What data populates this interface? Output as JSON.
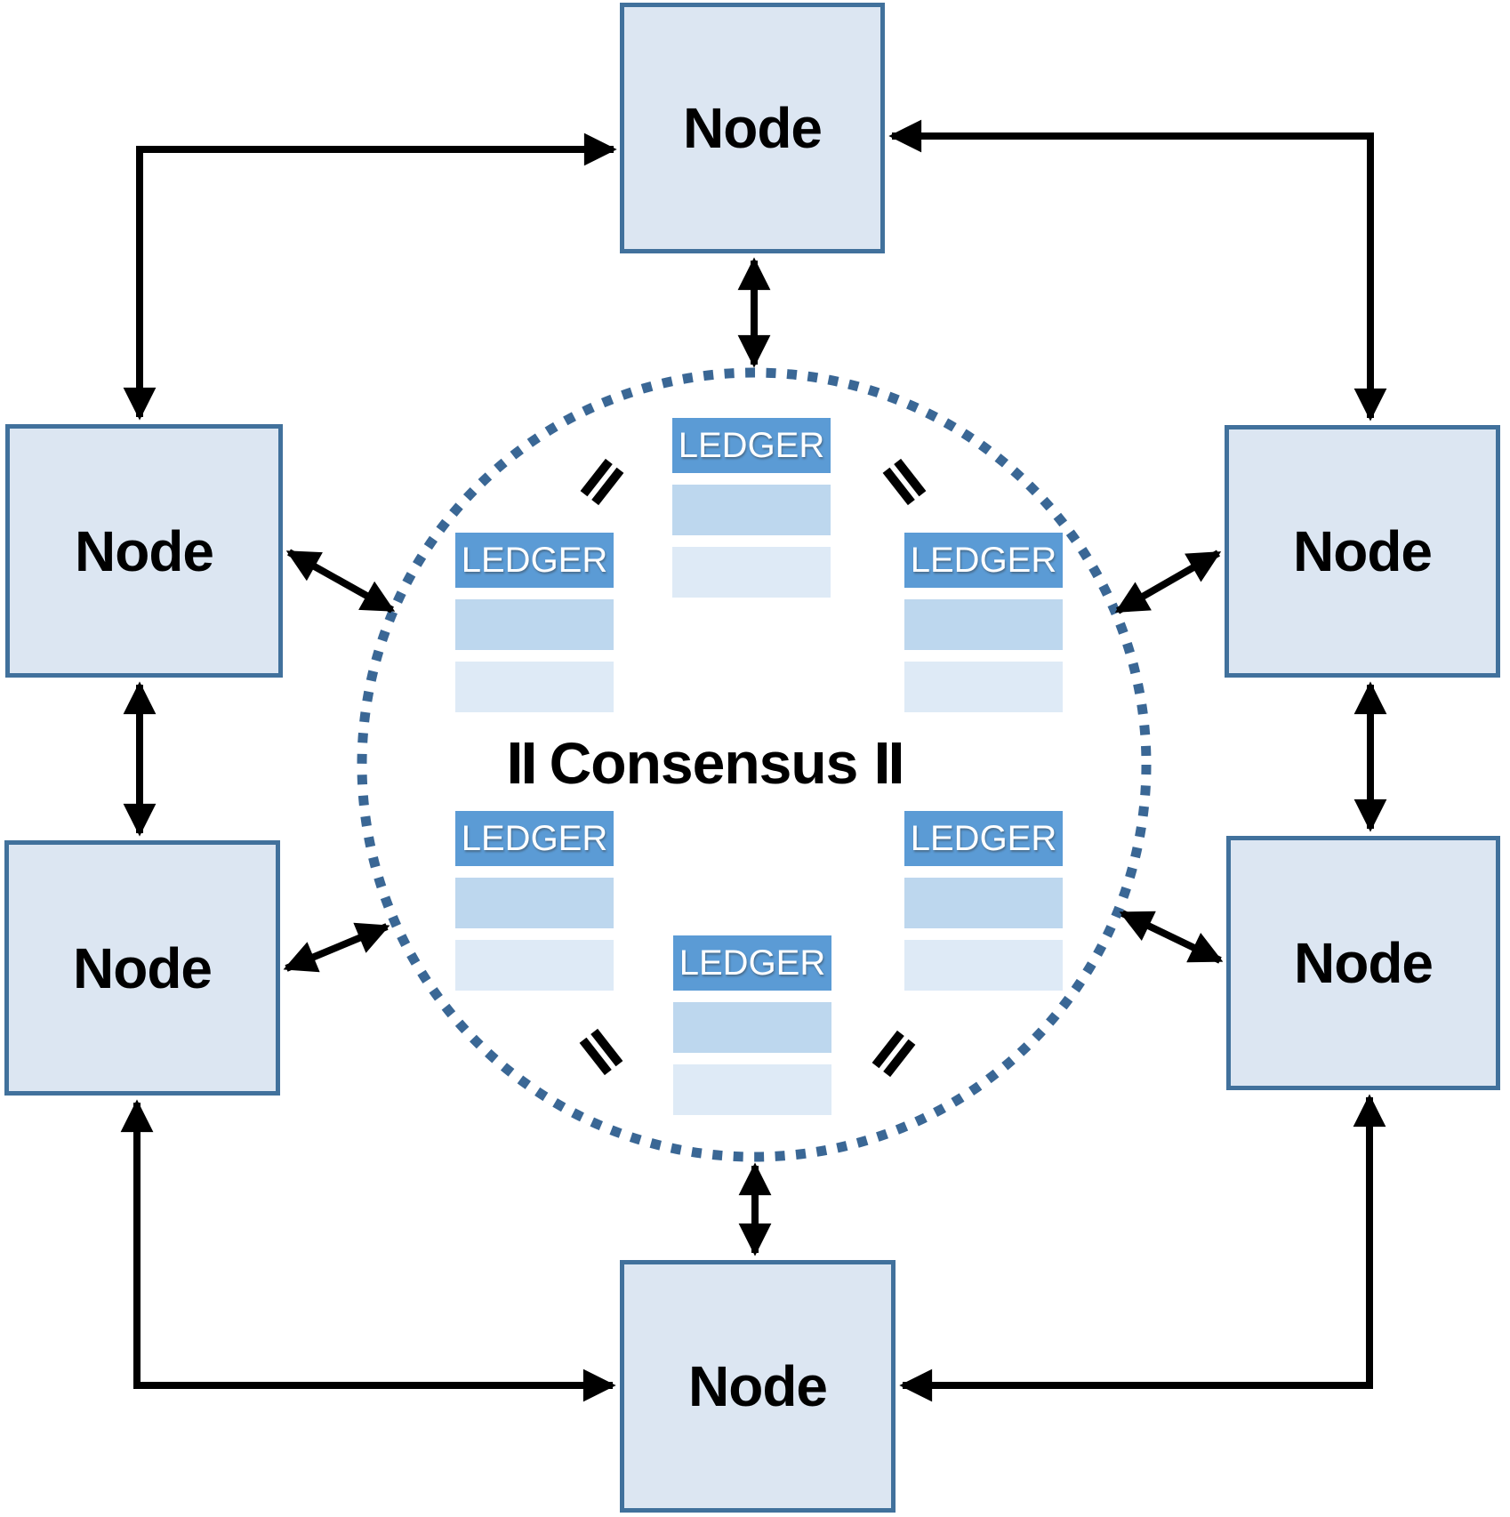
{
  "diagram": {
    "center_label": "Consensus",
    "nodes": [
      {
        "id": "top",
        "label": "Node"
      },
      {
        "id": "upper-left",
        "label": "Node"
      },
      {
        "id": "upper-right",
        "label": "Node"
      },
      {
        "id": "lower-left",
        "label": "Node"
      },
      {
        "id": "lower-right",
        "label": "Node"
      },
      {
        "id": "bottom",
        "label": "Node"
      }
    ],
    "ledgers": [
      {
        "position": "top-center",
        "header": "LEDGER",
        "data_rows": 2
      },
      {
        "position": "upper-left",
        "header": "LEDGER",
        "data_rows": 2
      },
      {
        "position": "upper-right",
        "header": "LEDGER",
        "data_rows": 2
      },
      {
        "position": "lower-left",
        "header": "LEDGER",
        "data_rows": 2
      },
      {
        "position": "lower-right",
        "header": "LEDGER",
        "data_rows": 2
      },
      {
        "position": "bottom-center",
        "header": "LEDGER",
        "data_rows": 2
      }
    ],
    "equals_marks": [
      {
        "position": "upper-left"
      },
      {
        "position": "upper-right"
      },
      {
        "position": "mid-left"
      },
      {
        "position": "mid-right"
      },
      {
        "position": "lower-left"
      },
      {
        "position": "lower-right"
      }
    ],
    "colors": {
      "ledger_header": "#5B9BD5",
      "ledger_row_mid": "#BDD7EE",
      "ledger_row_light": "#DEEAF6",
      "node_fill": "#DCE6F2",
      "node_border": "#41719C",
      "circle_dots": "#3A6795",
      "arrow": "#000000",
      "label_text": "#000000"
    }
  }
}
